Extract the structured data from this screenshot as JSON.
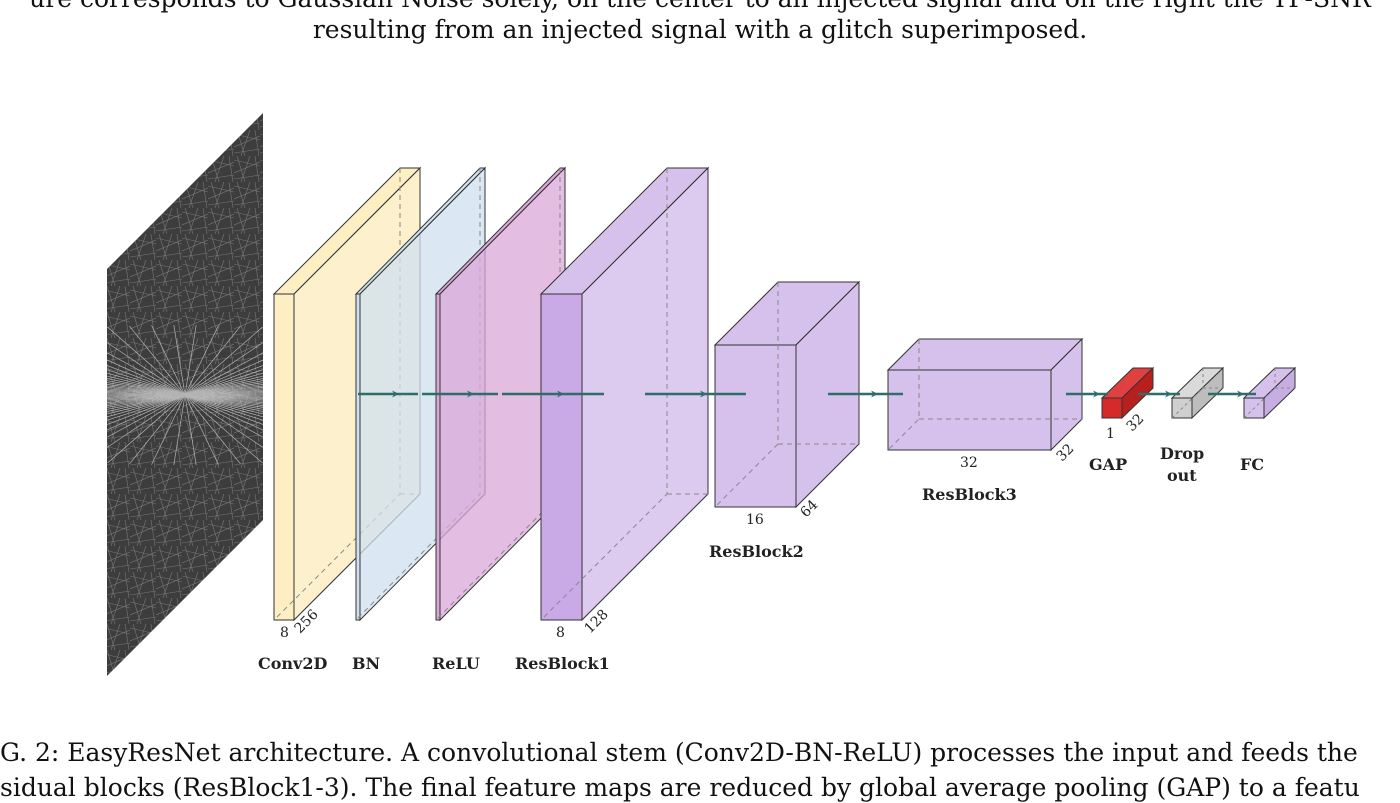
{
  "caption_top": {
    "line1": "ure corresponds to Gaussian Noise solely, on the center to an injected signal and on the right the TF-SNR",
    "line2": "resulting from an injected signal with a glitch superimposed."
  },
  "caption_bottom": {
    "line1": "G. 2: EasyResNet architecture. A convolutional stem (Conv2D-BN-ReLU) processes the input and feeds the",
    "line2": "sidual blocks (ResBlock1-3). The final feature maps are reduced by global average pooling (GAP) to a featu"
  },
  "diagram": {
    "layers": {
      "conv2d": {
        "label": "Conv2D",
        "dim_a": "8",
        "dim_b": "256",
        "color": "#fdeec4"
      },
      "bn": {
        "label": "BN",
        "color": "#cfe0f0"
      },
      "relu": {
        "label": "ReLU",
        "color": "#dba7d8"
      },
      "resblock1": {
        "label": "ResBlock1",
        "dim_a": "8",
        "dim_b": "128",
        "color": "#d6c1ec"
      },
      "resblock2": {
        "label": "ResBlock2",
        "dim_a": "16",
        "dim_b": "64",
        "color": "#d6c1ec"
      },
      "resblock3": {
        "label": "ResBlock3",
        "dim_a": "32",
        "dim_b": "32",
        "color": "#d6c1ec"
      },
      "gap": {
        "label": "GAP",
        "dim_a": "1",
        "dim_b": "32",
        "color": "#d42a2a"
      },
      "dropout": {
        "label_line1": "Drop",
        "label_line2": "out",
        "color": "#cfcfcf"
      },
      "fc": {
        "label": "FC",
        "color": "#d6c1ec"
      }
    },
    "arrow_color": "#2e6e6a",
    "input_texture": "spectrogram-input"
  }
}
